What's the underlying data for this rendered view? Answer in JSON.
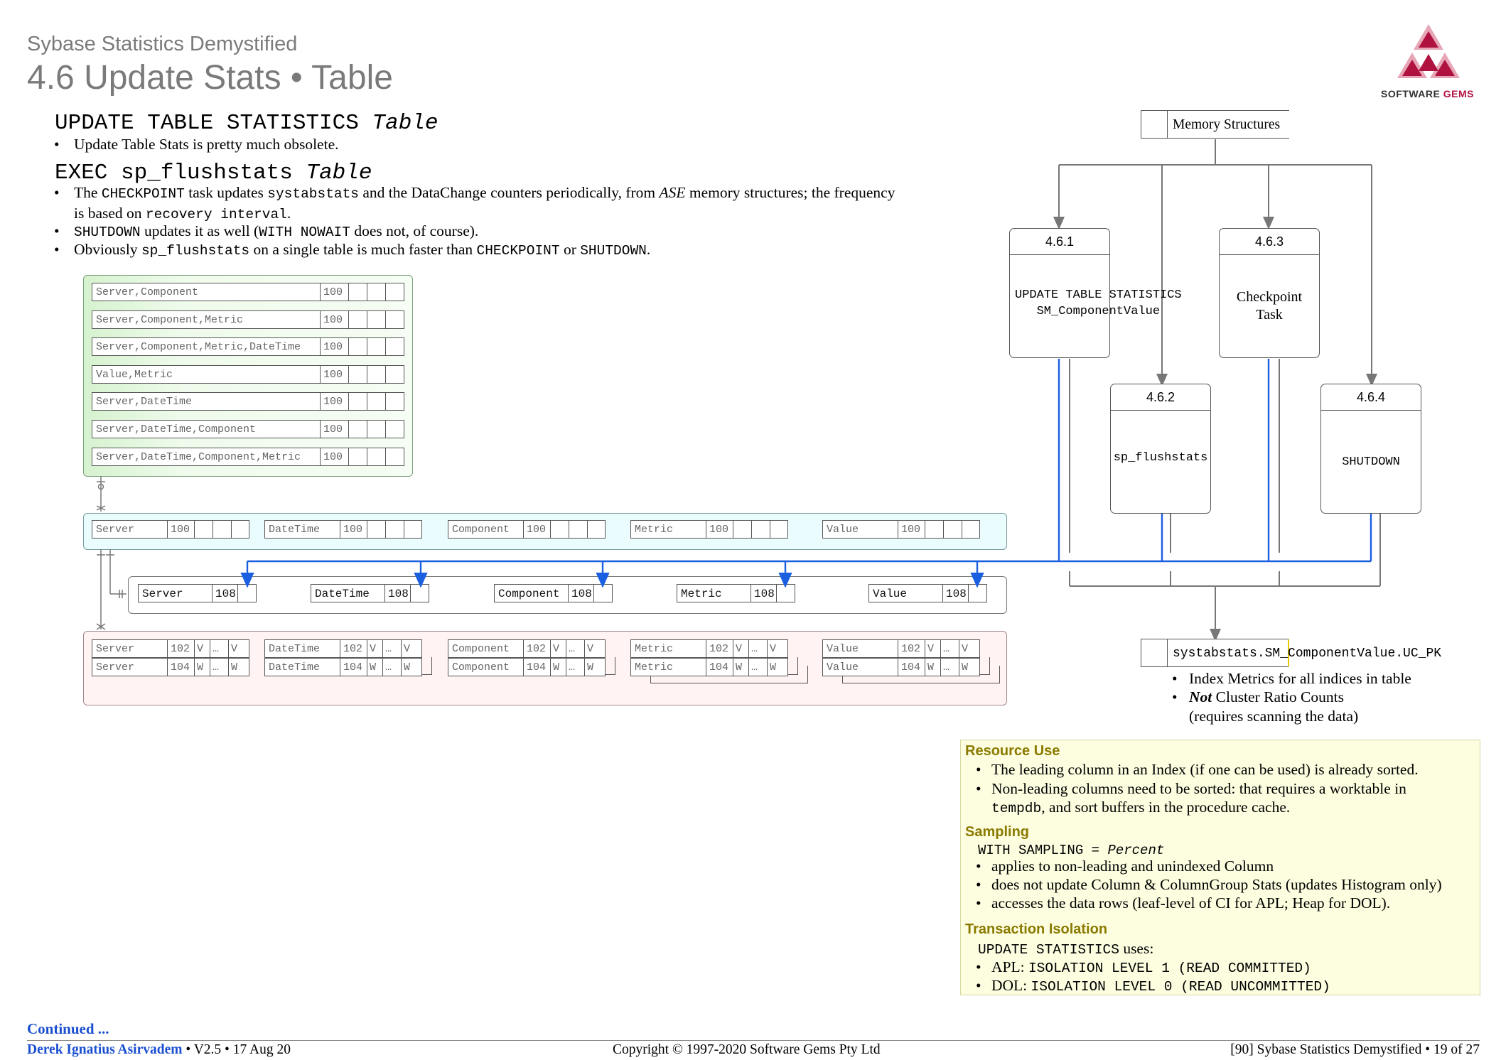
{
  "header": {
    "kicker": "Sybase Statistics Demystified",
    "title": "4.6 Update Stats • Table",
    "logo_text_1": "SOFTWARE ",
    "logo_text_2": "GEMS",
    "logo_color": "#b0123f"
  },
  "section1": {
    "heading_code": "UPDATE TABLE STATISTICS ",
    "heading_italic": "Table",
    "bullets": [
      "Update Table Stats is pretty much obsolete."
    ]
  },
  "section2": {
    "heading_code": "EXEC sp_flushstats ",
    "heading_italic": "Table",
    "b1_a": "The ",
    "b1_code1": "CHECKPOINT",
    "b1_b": " task updates ",
    "b1_code2": "systabstats",
    "b1_c": " and the DataChange counters periodically, from ",
    "b1_italic": "ASE",
    "b1_d": " memory structures; the frequency",
    "b1_e": "is based on ",
    "b1_code3": "recovery interval",
    "b1_f": ".",
    "b2_code1": "SHUTDOWN",
    "b2_a": " updates it as well (",
    "b2_code2": "WITH NOWAIT",
    "b2_b": " does not, of course).",
    "b3_a": "Obviously ",
    "b3_code1": "sp_flushstats",
    "b3_b": " on a single table is much faster than ",
    "b3_code2": "CHECKPOINT",
    "b3_c": " or ",
    "b3_code3": "SHUTDOWN",
    "b3_d": "."
  },
  "column_groups": [
    {
      "label": "Server,Component",
      "value": "100"
    },
    {
      "label": "Server,Component,Metric",
      "value": "100"
    },
    {
      "label": "Server,Component,Metric,DateTime",
      "value": "100"
    },
    {
      "label": "Value,Metric",
      "value": "100"
    },
    {
      "label": "Server,DateTime",
      "value": "100"
    },
    {
      "label": "Server,DateTime,Component",
      "value": "100"
    },
    {
      "label": "Server,DateTime,Component,Metric",
      "value": "100"
    }
  ],
  "columns": [
    {
      "name": "Server",
      "v100": "100",
      "v108": "108",
      "v102": "102",
      "v104": "104"
    },
    {
      "name": "DateTime",
      "v100": "100",
      "v108": "108",
      "v102": "102",
      "v104": "104"
    },
    {
      "name": "Component",
      "v100": "100",
      "v108": "108",
      "v102": "102",
      "v104": "104"
    },
    {
      "name": "Metric",
      "v100": "100",
      "v108": "108",
      "v102": "102",
      "v104": "104"
    },
    {
      "name": "Value",
      "v100": "100",
      "v108": "108",
      "v102": "102",
      "v104": "104"
    }
  ],
  "histo": {
    "v": "V",
    "w": "W",
    "ellipsis": "…"
  },
  "flow": {
    "memory": "Memory Structures",
    "b461_num": "4.6.1",
    "b461_line1": "UPDATE TABLE STATISTICS",
    "b461_line2": "SM_ComponentValue",
    "b462_num": "4.6.2",
    "b462_body": "sp_flushstats",
    "b463_num": "4.6.3",
    "b463_line1": "Checkpoint",
    "b463_line2": "Task",
    "b464_num": "4.6.4",
    "b464_body": "SHUTDOWN",
    "target": "systabstats.SM_ComponentValue.UC_PK",
    "target_b1": "Index Metrics for all indices in table",
    "target_b2_italic": "Not",
    "target_b2": " Cluster Ratio Counts",
    "target_b2_cont": "(requires scanning the data)"
  },
  "note": {
    "resource_head": "Resource Use",
    "resource_b1": "The leading column in an Index (if one can be used) is already sorted.",
    "resource_b2": "Non-leading columns need to be sorted: that requires a worktable in",
    "resource_b2_code": "tempdb",
    "resource_b2_end": ", and sort buffers in the procedure cache.",
    "sampling_head": "Sampling",
    "sampling_code": "WITH SAMPLING = ",
    "sampling_italic": "Percent",
    "sampling_b1": "applies to non-leading and unindexed Column",
    "sampling_b2": "does not update Column & ColumnGroup Stats (updates Histogram only)",
    "sampling_b3": "accesses the data rows (leaf-level of CI for APL; Heap for DOL).",
    "iso_head": "Transaction Isolation",
    "iso_code": "UPDATE STATISTICS",
    "iso_uses": " uses:",
    "iso_b1_a": "APL: ",
    "iso_b1_code": "ISOLATION LEVEL 1 (READ COMMITTED)",
    "iso_b2_a": "DOL: ",
    "iso_b2_code": "ISOLATION LEVEL 0 (READ UNCOMMITTED)"
  },
  "footer": {
    "continued": "Continued ...",
    "author": "Derek Ignatius Asirvadem",
    "version": " • V2.5 • 17 Aug 20",
    "copyright": "Copyright © 1997-2020 Software Gems Pty Ltd",
    "pageinfo": "[90] Sybase Statistics Demystified • 19 of 27"
  }
}
